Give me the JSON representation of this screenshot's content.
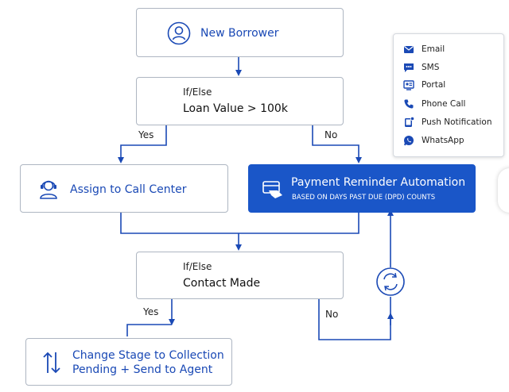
{
  "diagram": {
    "nodes": {
      "new_borrower": {
        "label": "New Borrower"
      },
      "loan_check": {
        "kind": "If/Else",
        "condition": "Loan Value > 100k"
      },
      "call_center": {
        "label": "Assign to Call Center"
      },
      "payment_reminder": {
        "label": "Payment Reminder Automation",
        "sublabel": "BASED ON DAYS PAST DUE (DPD) COUNTS"
      },
      "contact_check": {
        "kind": "If/Else",
        "condition": "Contact Made"
      },
      "change_stage": {
        "label_line1": "Change Stage to Collection",
        "label_line2": "Pending + Send to Agent"
      }
    },
    "edge_labels": {
      "loan_yes": "Yes",
      "loan_no": "No",
      "contact_yes": "Yes",
      "contact_no": "No"
    },
    "channels": [
      {
        "label": "Email",
        "icon": "envelope-icon"
      },
      {
        "label": "SMS",
        "icon": "sms-icon"
      },
      {
        "label": "Portal",
        "icon": "portal-icon"
      },
      {
        "label": "Phone Call",
        "icon": "phone-icon"
      },
      {
        "label": "Push Notification",
        "icon": "push-notification-icon"
      },
      {
        "label": "WhatsApp",
        "icon": "whatsapp-icon"
      }
    ],
    "colors": {
      "accent": "#1a56c8",
      "text_accent": "#1a49b5",
      "border": "#aeb6c2"
    }
  }
}
